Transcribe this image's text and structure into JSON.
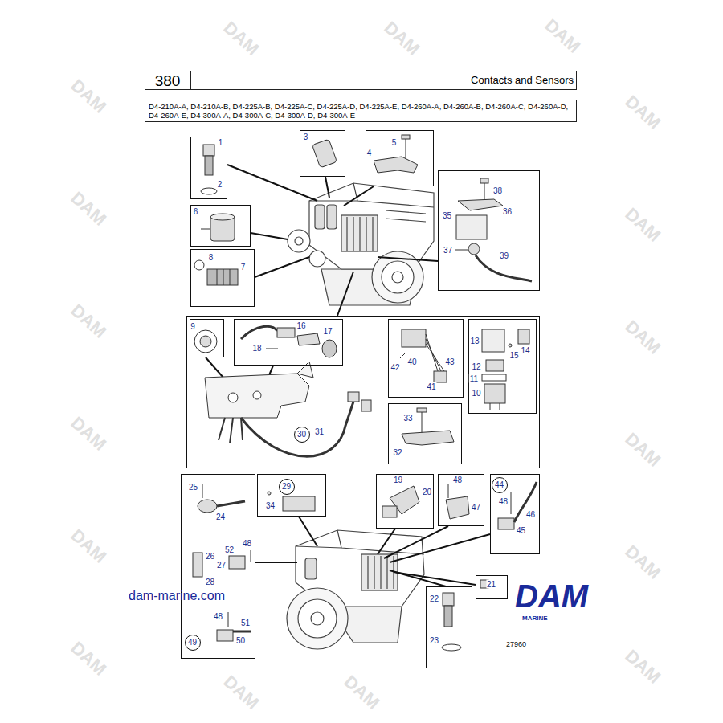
{
  "diagram": {
    "title": "Contacts and Sensors",
    "nodes": [
      {
        "text": [
          "380"
        ]
      },
      {
        "text": [
          "D4-210A-A, D4-210A-B, D4-225A-B, D4-225A-C, D4-225A-D, D4-225A-E, D4-260A-A, D4-260A-B, D4-260A-C, D4-260A-D, D4-260A-E, D4-300A-A, D4-300A-C, D4-300A-D, D4-300A-E"
        ]
      },
      {
        "text": [
          "1",
          "2"
        ]
      },
      {
        "text": [
          "3"
        ]
      },
      {
        "text": [
          "5",
          "4"
        ]
      },
      {
        "text": [
          "6"
        ]
      },
      {
        "text": [
          "8",
          "7"
        ]
      },
      {
        "text": [
          "38",
          "36",
          "35",
          "37",
          "39"
        ]
      },
      {
        "text": [
          "31"
        ]
      },
      {
        "text": [
          "9"
        ],
        "in": 8
      },
      {
        "text": [
          "16",
          "17",
          "18"
        ],
        "in": 8
      },
      {
        "text": [
          "42",
          "40",
          "43",
          "41"
        ],
        "in": 8
      },
      {
        "text": [
          "13",
          "14",
          "15",
          "12",
          "11",
          "10"
        ],
        "in": 8
      },
      {
        "text": [
          "33",
          "32"
        ],
        "in": 8
      },
      {
        "text": [
          "30"
        ],
        "in": 8
      },
      {
        "text": [
          "25",
          "24",
          "26",
          "27",
          "28",
          "52",
          "48",
          "48",
          "51",
          "50"
        ]
      },
      {
        "text": [
          "49"
        ],
        "in": 15
      },
      {
        "text": [
          "34"
        ]
      },
      {
        "text": [
          "29"
        ],
        "in": 17
      },
      {
        "text": [
          "19",
          "20"
        ]
      },
      {
        "text": [
          "48",
          "47"
        ]
      },
      {
        "text": [
          "48",
          "46",
          "45"
        ]
      },
      {
        "text": [
          "44"
        ],
        "in": 21
      },
      {
        "text": [
          "22",
          "23"
        ]
      },
      {
        "text": [
          "21"
        ]
      }
    ],
    "labels": [
      "dam-marine.com",
      "DAM",
      "MARINE",
      "27960",
      "DAM",
      "DAM",
      "DAM",
      "DAM",
      "DAM",
      "DAM",
      "DAM",
      "DAM",
      "DAM",
      "DAM",
      "DAM",
      "DAM",
      "DAM",
      "DAM",
      "DAM",
      "DAM",
      "DAM"
    ]
  }
}
